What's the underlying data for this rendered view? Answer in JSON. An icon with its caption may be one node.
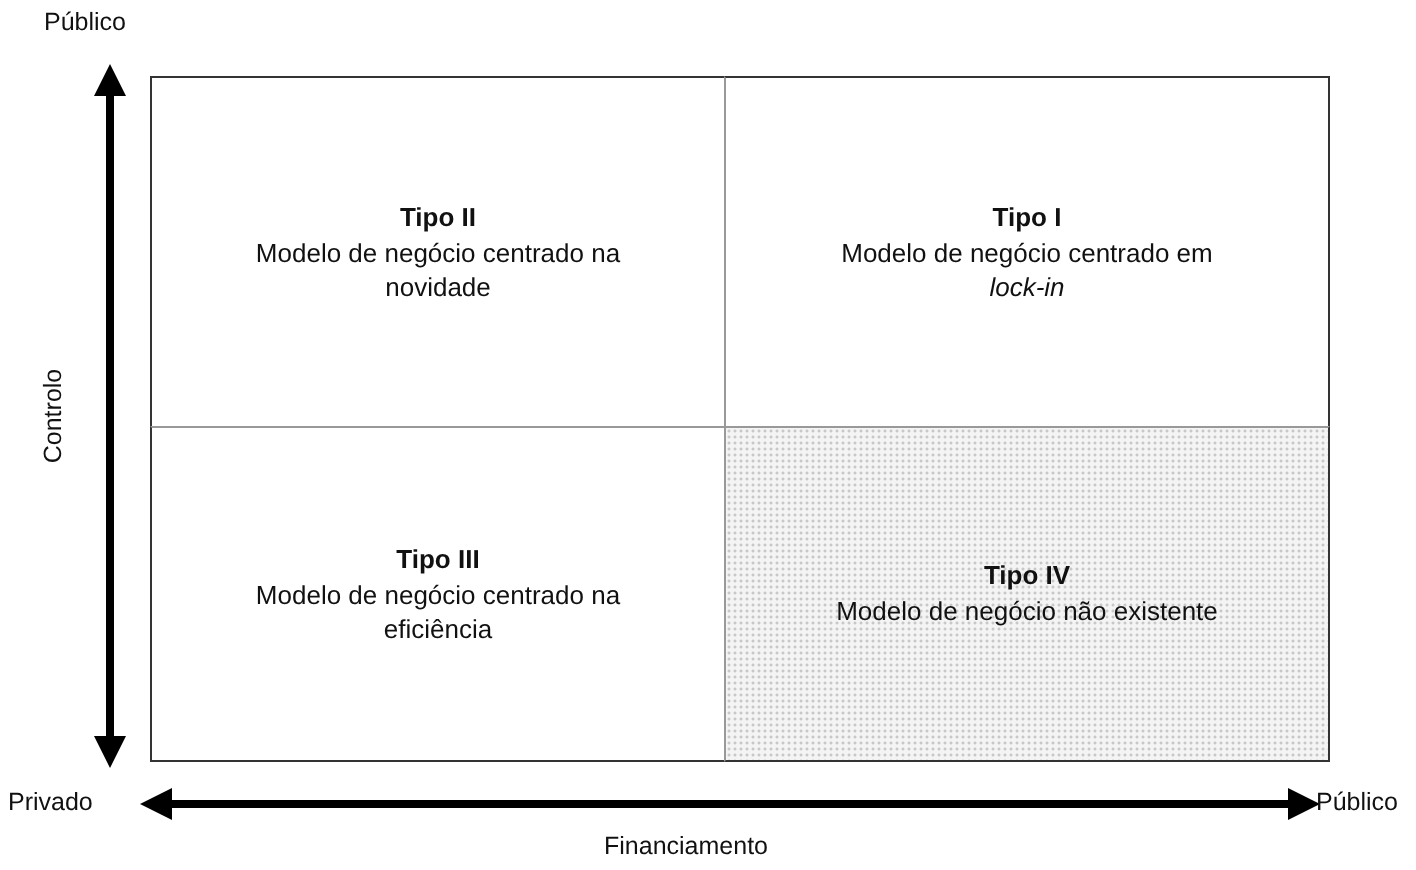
{
  "diagram": {
    "nodes": [
      {
        "text": [
          "Tipo II",
          "Modelo de negócio centrado na novidade"
        ]
      },
      {
        "text": [
          "Tipo I",
          "Modelo de negócio centrado em *lock-in*"
        ]
      },
      {
        "text": [
          "Tipo III",
          "Modelo de negócio centrado na eficiência"
        ]
      },
      {
        "text": [
          "Tipo IV",
          "Modelo de negócio não existente"
        ]
      }
    ],
    "edges": [],
    "labels": [
      "Público",
      "Controlo",
      "Privado",
      "Público",
      "Financiamento"
    ]
  }
}
